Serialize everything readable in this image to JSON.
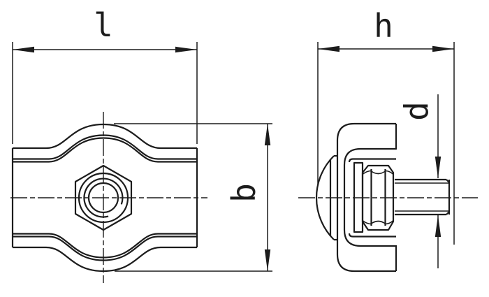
{
  "colors": {
    "background": "#ffffff",
    "line": "#1c1c1c"
  },
  "views": {
    "front": {
      "dim_length": "l",
      "dim_height": "b"
    },
    "side": {
      "dim_width": "h",
      "dim_diameter": "d"
    }
  }
}
